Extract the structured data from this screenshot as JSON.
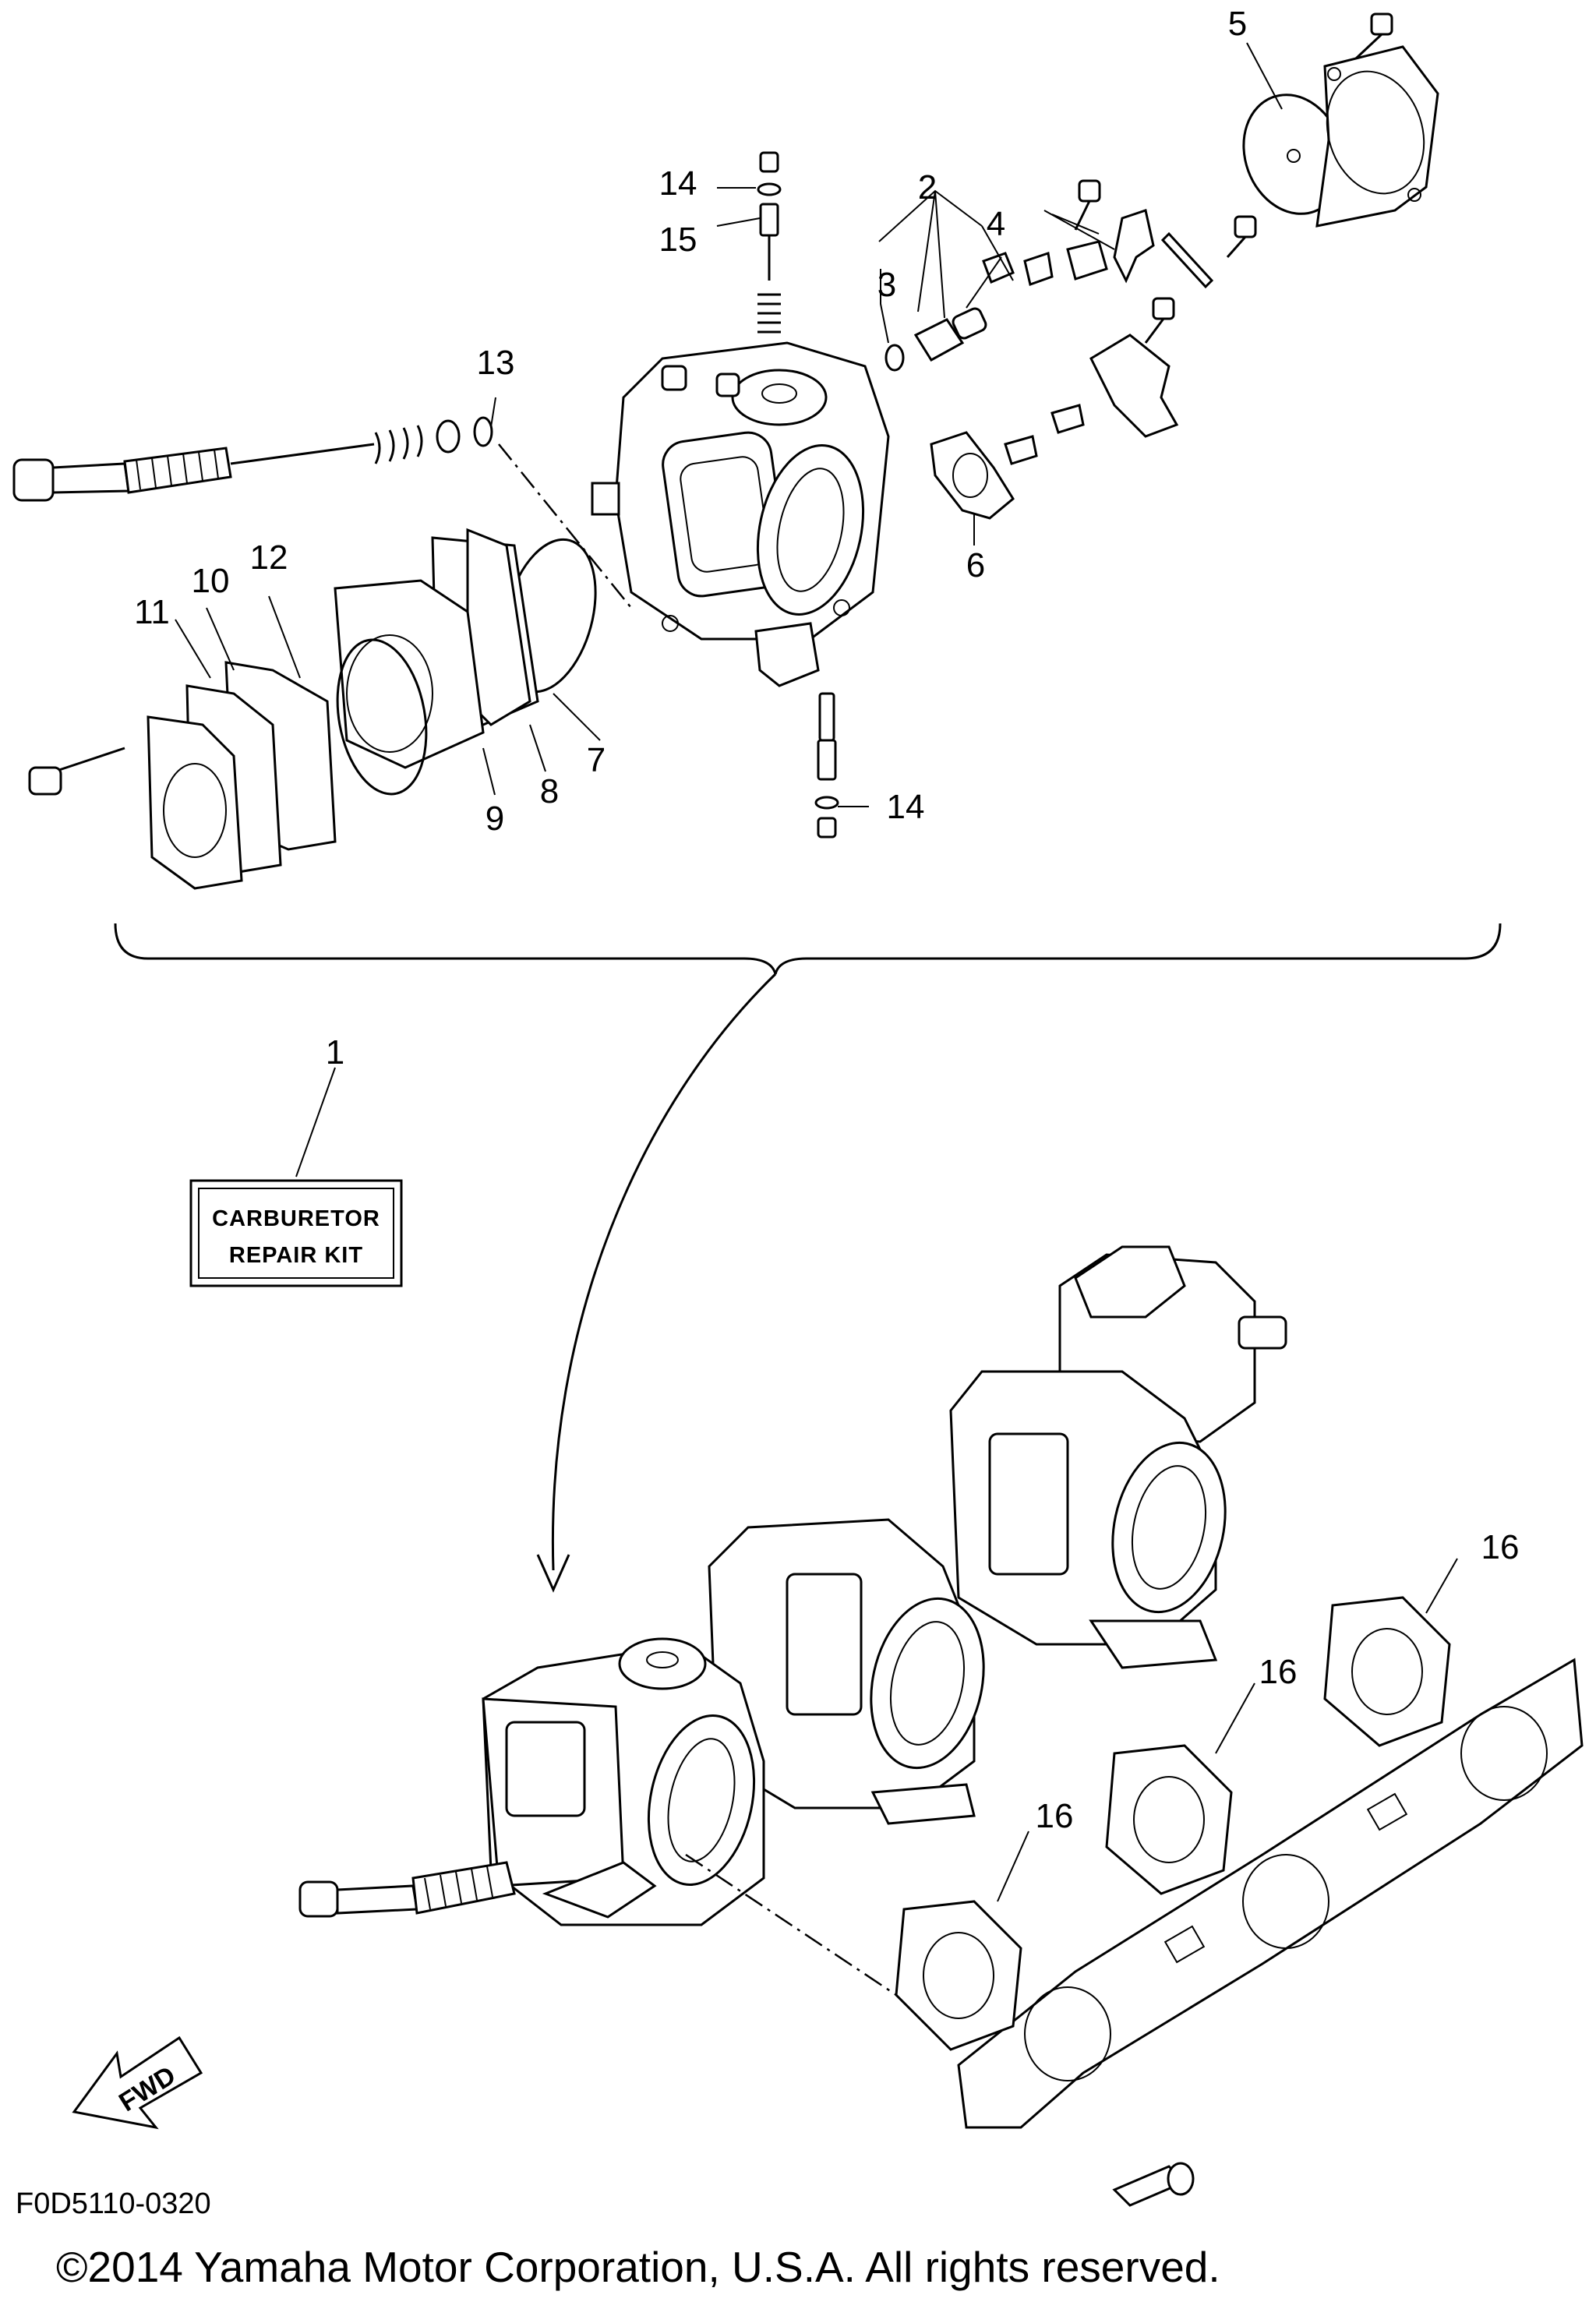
{
  "callouts": {
    "c1": "1",
    "c2": "2",
    "c3": "3",
    "c4": "4",
    "c5": "5",
    "c6": "6",
    "c7": "7",
    "c8": "8",
    "c9": "9",
    "c10": "10",
    "c11": "11",
    "c12": "12",
    "c13": "13",
    "c14_top": "14",
    "c14_bottom": "14",
    "c15": "15",
    "c16_a": "16",
    "c16_b": "16",
    "c16_c": "16"
  },
  "kit_label": {
    "line1": "CARBURETOR",
    "line2": "REPAIR KIT"
  },
  "direction_label": "FWD",
  "diagram_code": "F0D5110-0320",
  "copyright": "©2014 Yamaha Motor Corporation, U.S.A. All rights reserved."
}
